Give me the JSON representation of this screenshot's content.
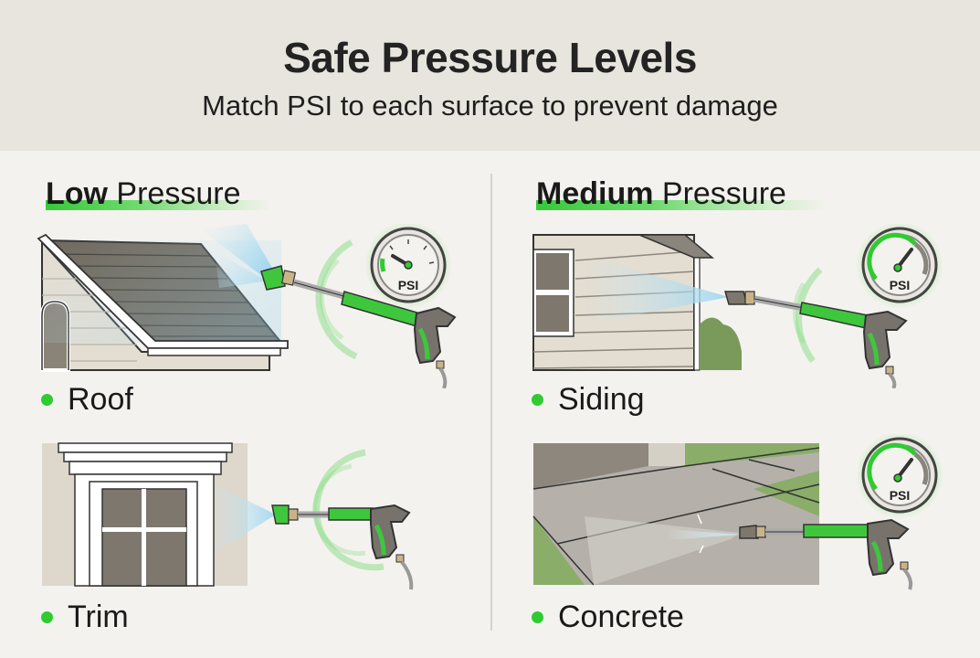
{
  "header": {
    "title": "Safe Pressure Levels",
    "subtitle": "Match PSI to each surface to prevent damage"
  },
  "colors": {
    "accent_green": "#2ecc30",
    "header_bg": "#e8e5de",
    "page_bg": "#f4f2ee",
    "text": "#1e1e1e"
  },
  "sections": [
    {
      "heading_bold": "Low",
      "heading_rest": " Pressure",
      "items": [
        {
          "label": "Roof",
          "illustration": "roof-shingles-with-fan-spray",
          "gauge": "low",
          "gauge_label": "PSI"
        },
        {
          "label": "Trim",
          "illustration": "window-trim-with-fan-spray",
          "gauge": "none"
        }
      ]
    },
    {
      "heading_bold": "Medium",
      "heading_rest": " Pressure",
      "items": [
        {
          "label": "Siding",
          "illustration": "house-siding-with-spray",
          "gauge": "medium",
          "gauge_label": "PSI"
        },
        {
          "label": "Concrete",
          "illustration": "concrete-walkway-with-jet-spray",
          "gauge": "medium",
          "gauge_label": "PSI"
        }
      ]
    }
  ]
}
